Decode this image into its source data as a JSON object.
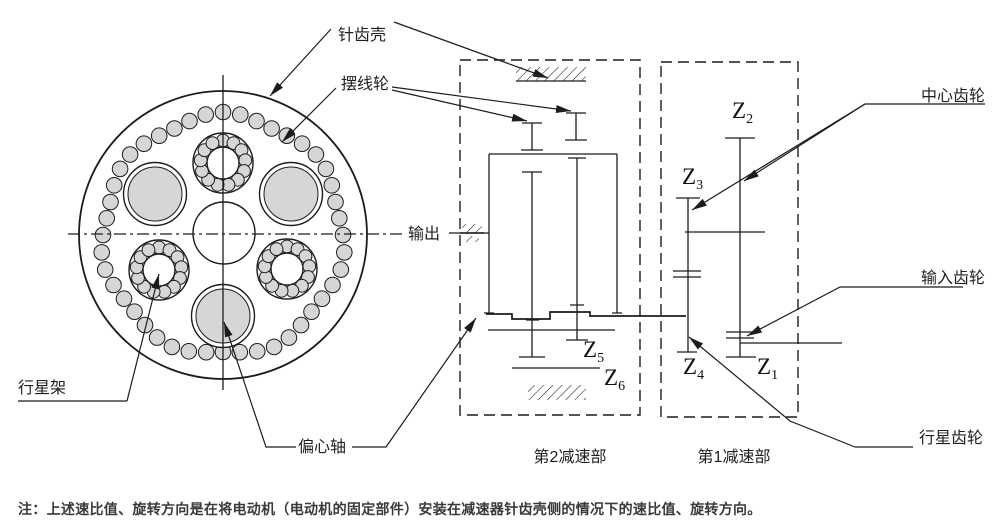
{
  "callouts": {
    "pin_gear_housing": "针齿壳",
    "cycloid_wheel": "摆线轮",
    "output": "输出",
    "center_gear": "中心齿轮",
    "input_gear": "输入齿轮",
    "planet_gear": "行星齿轮",
    "planet_carrier": "行星架",
    "eccentric_shaft": "偏心轴"
  },
  "sections": {
    "stage2_label": "第2减速部",
    "stage1_label": "第1减速部"
  },
  "gears": [
    {
      "base": "Z",
      "sub": "1"
    },
    {
      "base": "Z",
      "sub": "2"
    },
    {
      "base": "Z",
      "sub": "3"
    },
    {
      "base": "Z",
      "sub": "4"
    },
    {
      "base": "Z",
      "sub": "5"
    },
    {
      "base": "Z",
      "sub": "6"
    }
  ],
  "note": "注：上述速比值、旋转方向是在将电动机（电动机的固定部件）安装在减速器针齿壳侧的情况下的速比值、旋转方向。",
  "colors": {
    "line": "#1c1c1c",
    "gray": "#d6d6d6",
    "label_text": "#1f1f1f",
    "note_text": "#3a3a3a",
    "background": "#ffffff"
  }
}
